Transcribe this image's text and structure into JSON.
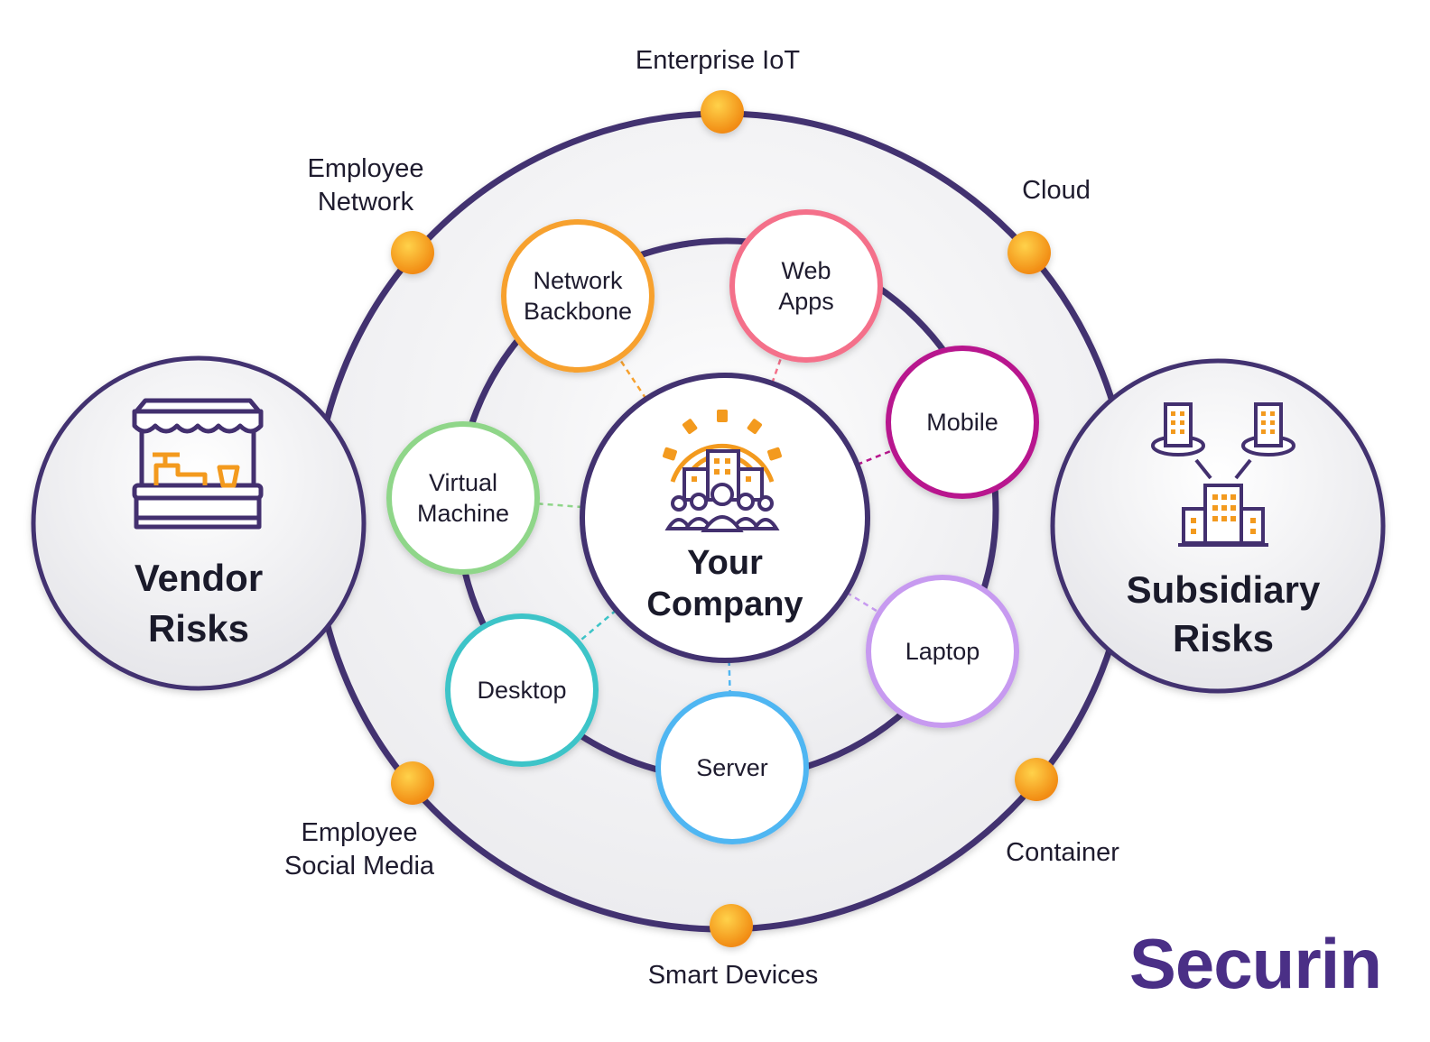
{
  "center": {
    "lines": [
      "Your",
      "Company"
    ]
  },
  "outer_ring": [
    {
      "lines": [
        "Enterprise IoT"
      ]
    },
    {
      "lines": [
        "Cloud"
      ]
    },
    {
      "lines": [
        "Container"
      ]
    },
    {
      "lines": [
        "Smart Devices"
      ]
    },
    {
      "lines": [
        "Employee",
        "Social Media"
      ]
    },
    {
      "lines": [
        "Employee",
        "Network"
      ]
    }
  ],
  "assets": [
    {
      "lines": [
        "Network",
        "Backbone"
      ],
      "color": "#f7a12e"
    },
    {
      "lines": [
        "Web",
        "Apps"
      ],
      "color": "#f4708a"
    },
    {
      "lines": [
        "Mobile"
      ],
      "color": "#b8168e"
    },
    {
      "lines": [
        "Laptop"
      ],
      "color": "#c79af0"
    },
    {
      "lines": [
        "Server"
      ],
      "color": "#4fb6f2"
    },
    {
      "lines": [
        "Desktop"
      ],
      "color": "#3ec4c8"
    },
    {
      "lines": [
        "Virtual",
        "Machine"
      ],
      "color": "#8fd689"
    }
  ],
  "vendor": {
    "lines": [
      "Vendor",
      "Risks"
    ],
    "icon": "vendor-stall-icon"
  },
  "subsidiary": {
    "lines": [
      "Subsidiary",
      "Risks"
    ],
    "icon": "subsidiary-buildings-icon"
  },
  "center_icon": "company-team-gear-icon",
  "brand": {
    "name": "Securin"
  },
  "colors": {
    "ring": "#43306f",
    "accent_orange": "#f39a1e",
    "brand_purple": "#4a2f86"
  }
}
